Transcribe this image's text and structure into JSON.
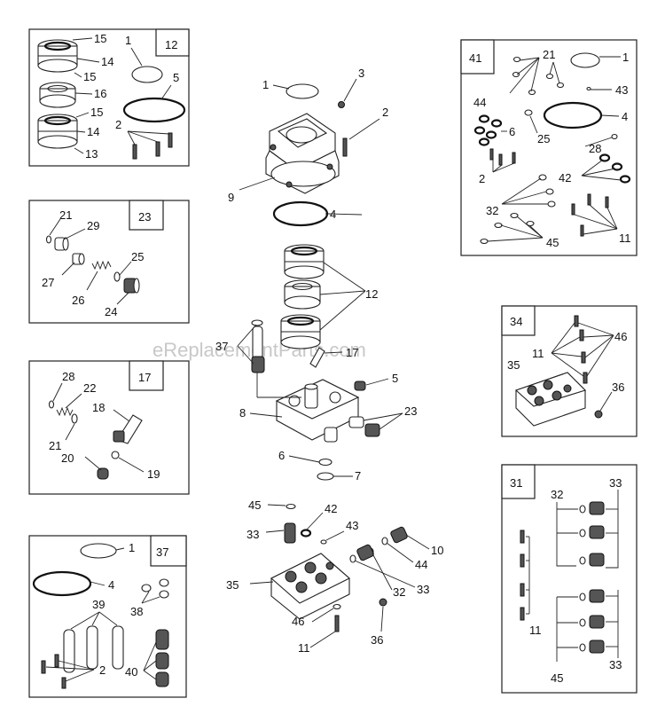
{
  "watermark": "eReplacementParts.com",
  "kits": {
    "k12": {
      "tag": "12",
      "labels": [
        "15",
        "14",
        "15",
        "16",
        "15",
        "14",
        "13",
        "1",
        "5",
        "2"
      ]
    },
    "k23": {
      "tag": "23",
      "labels": [
        "21",
        "29",
        "25",
        "27",
        "26",
        "24"
      ]
    },
    "k17": {
      "tag": "17",
      "labels": [
        "28",
        "22",
        "18",
        "21",
        "20",
        "19"
      ]
    },
    "k37": {
      "tag": "37",
      "labels": [
        "1",
        "4",
        "39",
        "38",
        "2",
        "40"
      ]
    },
    "k41": {
      "tag": "41",
      "labels": [
        "21",
        "1",
        "44",
        "43",
        "6",
        "4",
        "25",
        "28",
        "2",
        "42",
        "32",
        "45",
        "11"
      ]
    },
    "k34": {
      "tag": "34",
      "labels": [
        "46",
        "11",
        "35",
        "36"
      ]
    },
    "k31": {
      "tag": "31",
      "labels": [
        "32",
        "33",
        "11",
        "45",
        "33"
      ]
    }
  },
  "main": {
    "labels": [
      "1",
      "3",
      "2",
      "9",
      "4",
      "12",
      "37",
      "17",
      "5",
      "8",
      "23",
      "6",
      "7",
      "45",
      "42",
      "33",
      "43",
      "10",
      "44",
      "35",
      "32",
      "33",
      "46",
      "36",
      "11"
    ]
  }
}
